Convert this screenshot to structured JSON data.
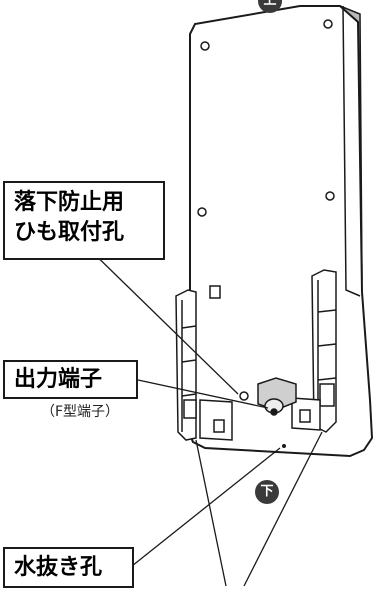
{
  "labels": {
    "strap_mount_line1": "落下防止用",
    "strap_mount_line2": "ひも取付孔",
    "output_terminal": "出力端子",
    "output_terminal_sub": "（F型端子）",
    "drain_hole": "水抜き孔",
    "top_mark": "上",
    "bottom_mark": "下"
  },
  "colors": {
    "line": "#1a1a1a",
    "panel": "#ffffff",
    "shade": "#b8b8b8",
    "badge": "#3a3a3a"
  }
}
